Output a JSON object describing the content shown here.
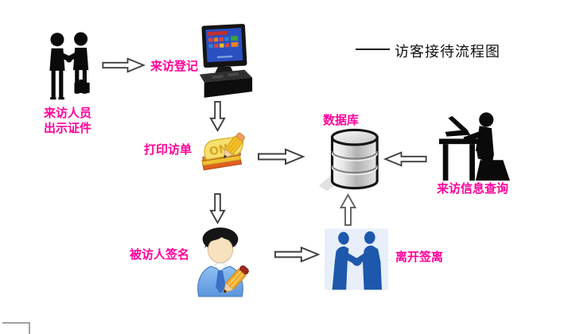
{
  "legend": {
    "label": "访客接待流程图"
  },
  "colors": {
    "label_text": "#ff0099",
    "legend_text": "#111111",
    "arrow_outline": "#3f3f3f",
    "blue_figure": "#1d58ad",
    "database_outline": "#151515"
  },
  "nodes": {
    "visitor": {
      "label_line1": "来访人员",
      "label_line2": "出示证件",
      "icon": "handshake-icon"
    },
    "registration": {
      "label": "来访登记",
      "icon": "pos-terminal-icon"
    },
    "print_form": {
      "label": "打印访单",
      "note_text": "ON",
      "icon": "notepad-pencil-icon"
    },
    "database": {
      "label": "数据库",
      "icon": "database-icon"
    },
    "info_query": {
      "label": "来访信息查询",
      "icon": "person-laptop-icon"
    },
    "visitee_sign": {
      "label": "被访人签名",
      "icon": "person-signing-icon"
    },
    "leave": {
      "label": "离开签离",
      "icon": "handshake-blue-icon"
    }
  },
  "flow": [
    {
      "from": "visitor",
      "to": "registration",
      "direction": "right"
    },
    {
      "from": "registration",
      "to": "print_form",
      "direction": "down"
    },
    {
      "from": "print_form",
      "to": "database",
      "direction": "right"
    },
    {
      "from": "info_query",
      "to": "database",
      "direction": "left"
    },
    {
      "from": "print_form",
      "to": "visitee_sign",
      "direction": "down"
    },
    {
      "from": "visitee_sign",
      "to": "leave",
      "direction": "right"
    },
    {
      "from": "leave",
      "to": "database",
      "direction": "up"
    }
  ]
}
